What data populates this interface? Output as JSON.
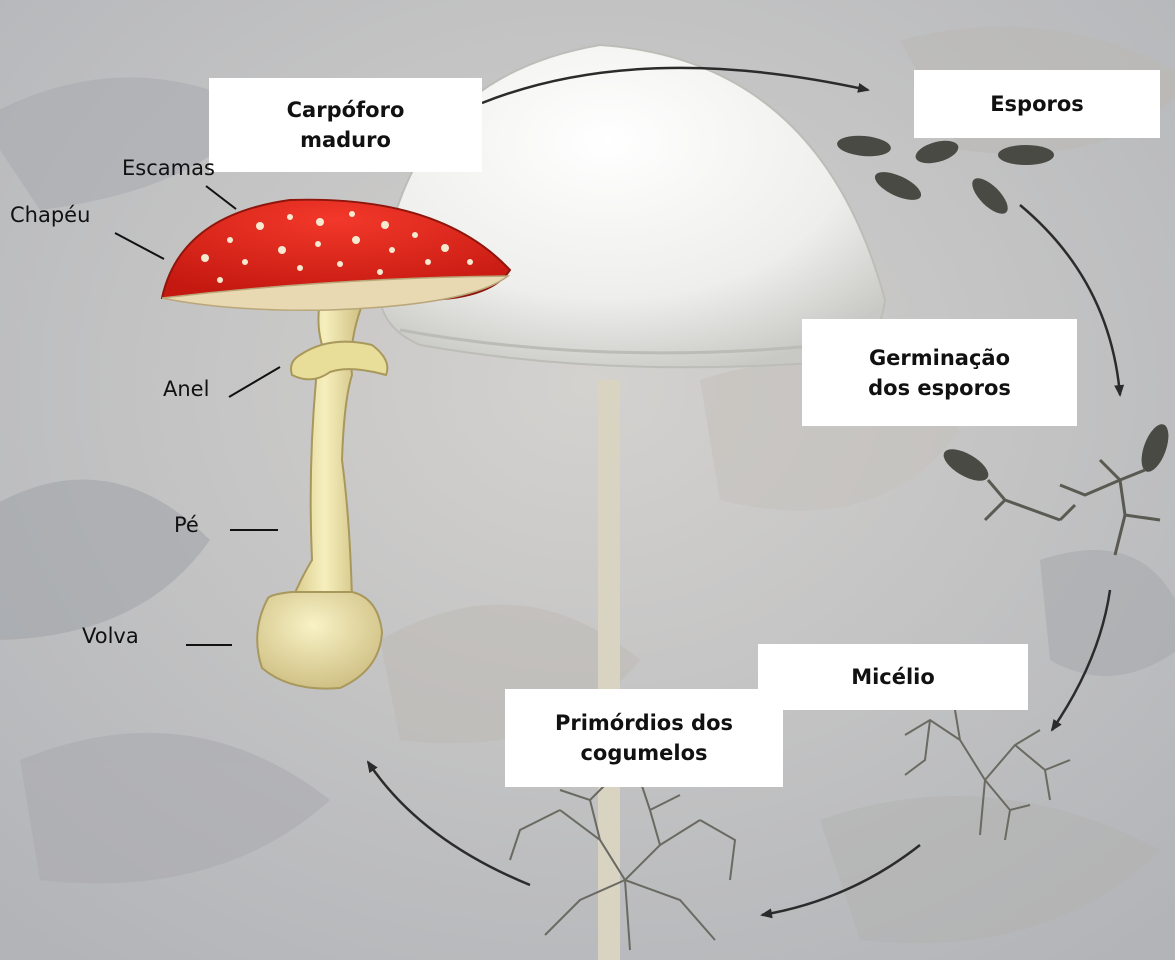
{
  "stages": {
    "mature": {
      "line1": "Carpóforo",
      "line2": "maduro"
    },
    "spores": {
      "label": "Esporos"
    },
    "germination": {
      "line1": "Germinação",
      "line2": "dos esporos"
    },
    "mycelium": {
      "label": "Micélio"
    },
    "primordia": {
      "line1": "Primórdios dos",
      "line2": "cogumelos"
    }
  },
  "parts": {
    "scales": "Escamas",
    "cap": "Chapéu",
    "ring": "Anel",
    "stem": "Pé",
    "volva": "Volva"
  },
  "colors": {
    "cap_red": "#e02418",
    "stem_yellow": "#e8dd95",
    "spore_dark": "#4a4a44",
    "background": "#c9c7c4"
  }
}
